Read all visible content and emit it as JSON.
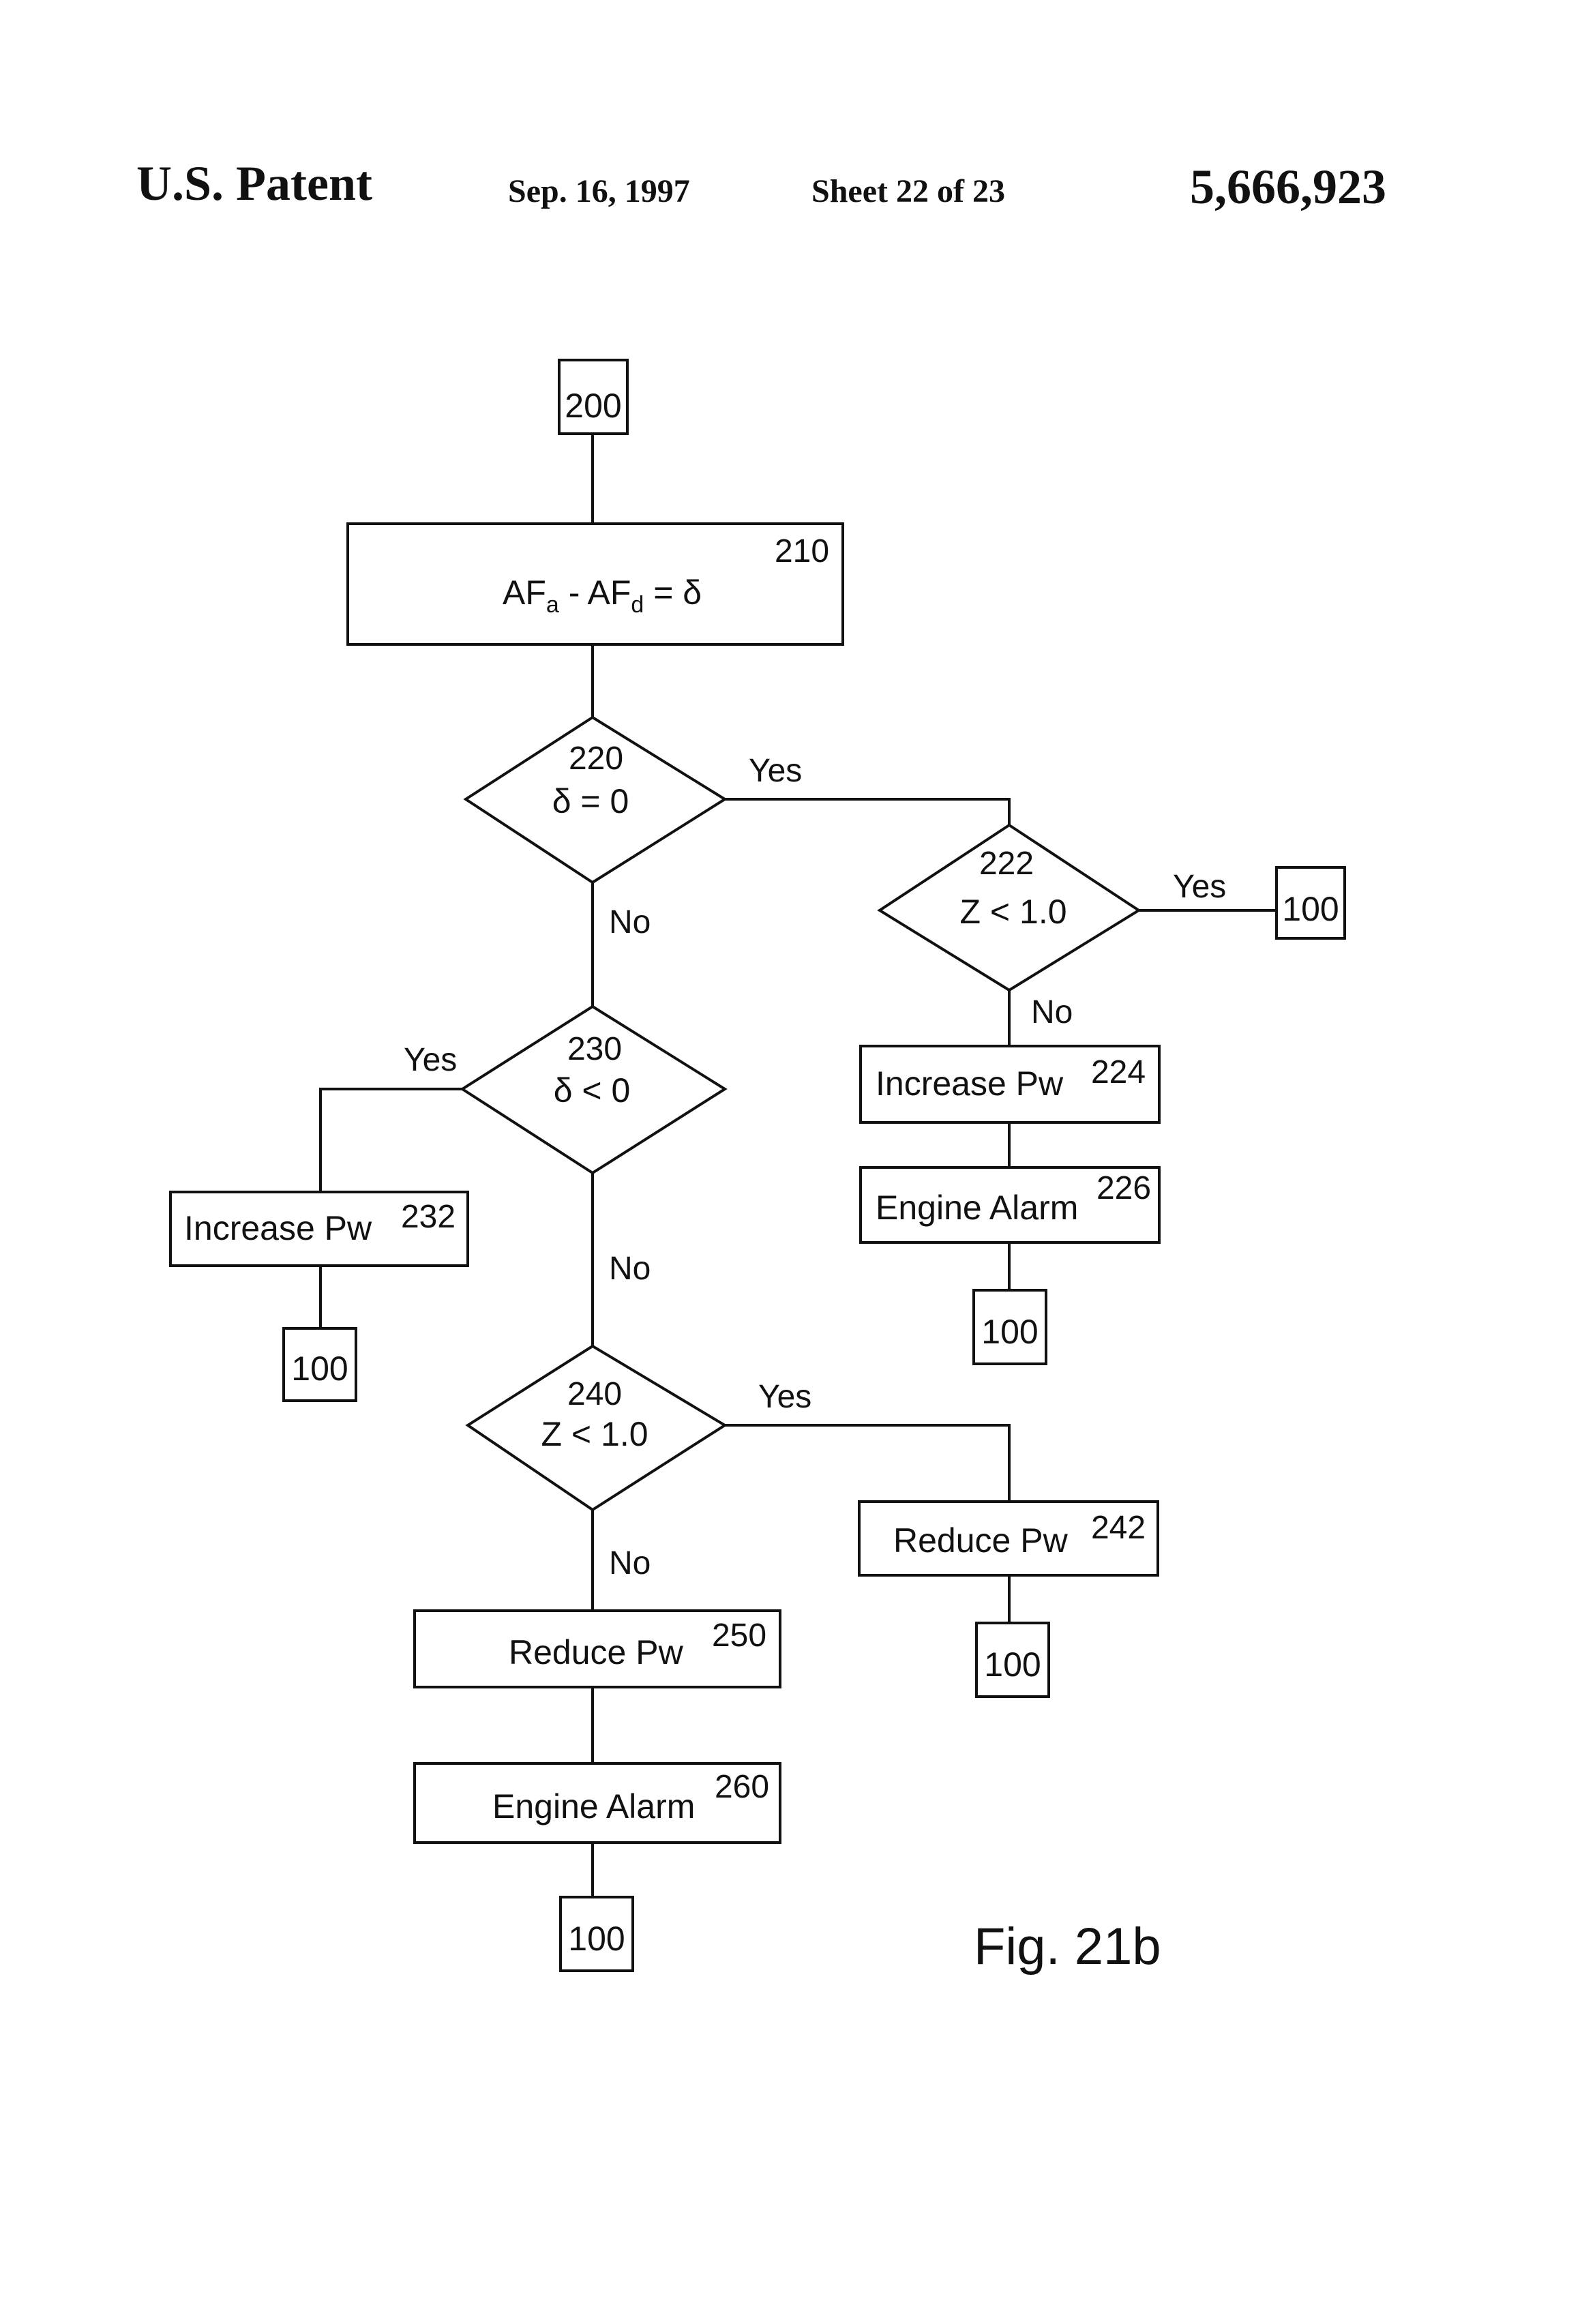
{
  "header": {
    "patent_label": "U.S. Patent",
    "date": "Sep. 16, 1997",
    "sheet": "Sheet 22 of 23",
    "patent_number": "5,666,923"
  },
  "figure_label": "Fig. 21b",
  "nodes": {
    "start_200": {
      "ref": "200"
    },
    "step_210": {
      "ref": "210",
      "text_main": "AF",
      "sub_a": "a",
      "text_mid": " - AF",
      "sub_d": "d",
      "text_end": " = δ"
    },
    "decision_220": {
      "ref": "220",
      "condition": "δ = 0"
    },
    "decision_222": {
      "ref": "222",
      "condition": "Z < 1.0"
    },
    "step_224": {
      "ref": "224",
      "text": "Increase Pw"
    },
    "step_226": {
      "ref": "226",
      "text": "Engine Alarm"
    },
    "decision_230": {
      "ref": "230",
      "condition": "δ < 0"
    },
    "step_232": {
      "ref": "232",
      "text": "Increase Pw"
    },
    "decision_240": {
      "ref": "240",
      "condition": "Z < 1.0"
    },
    "step_242": {
      "ref": "242",
      "text": "Reduce Pw"
    },
    "step_250": {
      "ref": "250",
      "text": "Reduce Pw"
    },
    "step_260": {
      "ref": "260",
      "text": "Engine Alarm"
    },
    "end_222_yes": {
      "ref": "100"
    },
    "end_226": {
      "ref": "100"
    },
    "end_232": {
      "ref": "100"
    },
    "end_242": {
      "ref": "100"
    },
    "end_260": {
      "ref": "100"
    }
  },
  "edge_labels": {
    "d220_yes": "Yes",
    "d220_no": "No",
    "d222_yes": "Yes",
    "d222_no": "No",
    "d230_yes": "Yes",
    "d230_no": "No",
    "d240_yes": "Yes",
    "d240_no": "No"
  }
}
